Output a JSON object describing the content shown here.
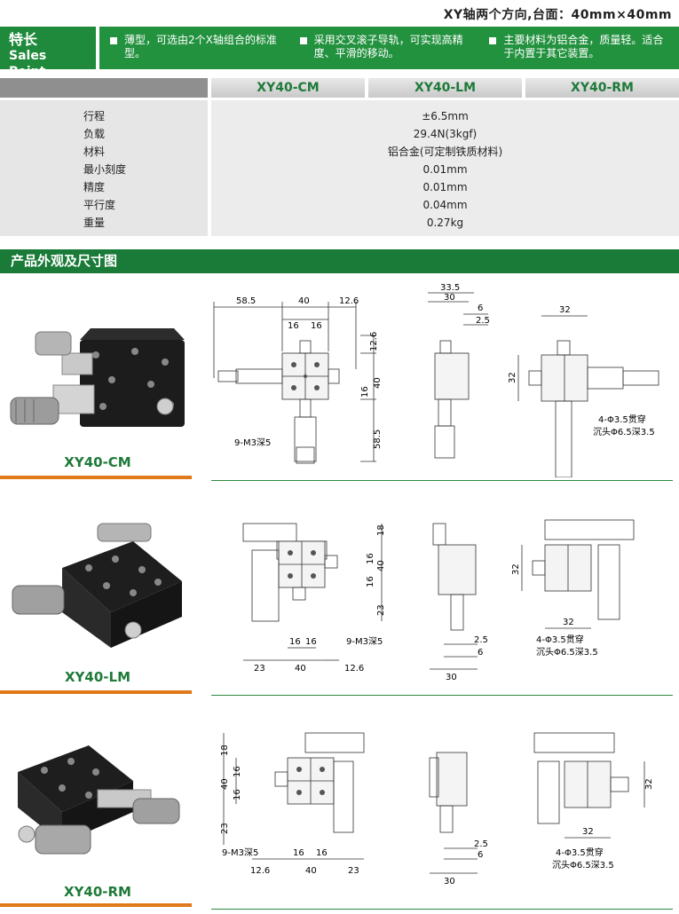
{
  "header": {
    "title": "XY轴两个方向,台面：40mm×40mm"
  },
  "sales_point": {
    "label_cn": "特长",
    "label_en": "Sales Point",
    "features": [
      "薄型，可选由2个X轴组合的标准型。",
      "采用交叉滚子导轨，可实现高精度、平滑的移动。",
      "主要材料为铝合金，质量轻。适合于内置于其它装置。"
    ]
  },
  "specs": {
    "models": [
      "XY40-CM",
      "XY40-LM",
      "XY40-RM"
    ],
    "names": [
      "行程",
      "负载",
      "材料",
      "最小刻度",
      "精度",
      "平行度",
      "重量"
    ],
    "values": [
      "±6.5mm",
      "29.4N(3kgf)",
      "铝合金(可定制铁质材料)",
      "0.01mm",
      "0.01mm",
      "0.04mm",
      "0.27kg"
    ]
  },
  "section": {
    "title": "产品外观及尺寸图"
  },
  "products": [
    {
      "name": "XY40-CM"
    },
    {
      "name": "XY40-LM"
    },
    {
      "name": "XY40-RM"
    }
  ],
  "dims": {
    "d58_5": "58.5",
    "d40": "40",
    "d12_6": "12.6",
    "d16": "16",
    "d33_5": "33.5",
    "d30": "30",
    "d6": "6",
    "d2_5": "2.5",
    "d32": "32",
    "d18": "18",
    "d23": "23",
    "m3": "9-M3深5",
    "hole1": "4-Φ3.5贯穿",
    "hole2": "沉头Φ6.5深3.5"
  }
}
